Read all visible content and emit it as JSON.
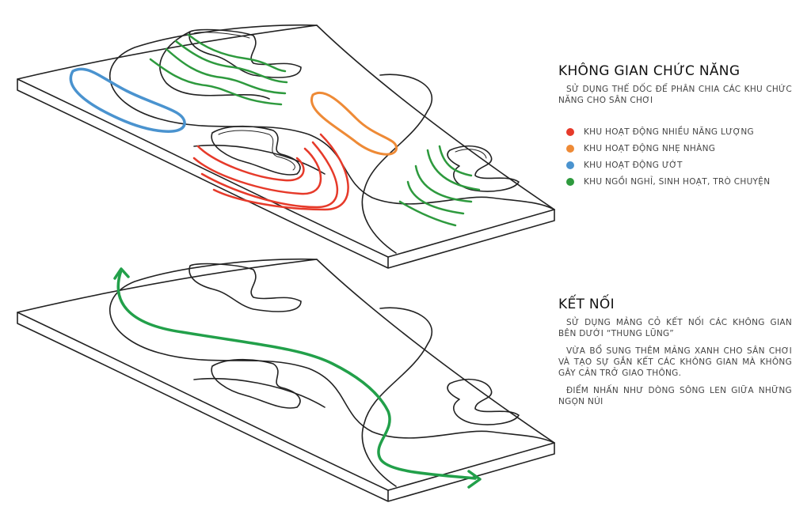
{
  "section1": {
    "title": "KHÔNG GIAN CHỨC NĂNG",
    "description": "SỬ DỤNG THẾ DỐC ĐỂ PHÂN CHIA CÁC KHU CHỨC NĂNG CHO SÂN CHƠI",
    "legend": [
      {
        "label": "KHU HOẠT ĐỘNG NHIỀU NĂNG LƯỢNG",
        "color": "#e63a2a"
      },
      {
        "label": "KHU HOẠT ĐỘNG NHẸ NHÀNG",
        "color": "#ee8a36"
      },
      {
        "label": "KHU HOẠT ĐỘNG ƯỚT",
        "color": "#4a93cf"
      },
      {
        "label": "KHU NGỒI NGHỈ, SINH HOẠT, TRÒ CHUYỆN",
        "color": "#2e9a3e"
      }
    ]
  },
  "section2": {
    "title": "KẾT NỐI",
    "paragraphs": [
      "SỬ DỤNG MẢNG CỎ KẾT NỐI CÁC KHÔNG GIAN BÊN DƯỚI “THUNG LŨNG”",
      "VỪA BỔ SUNG THÊM MẢNG XANH CHO SÂN CHƠI VÀ TẠO SỰ GẮN KẾT CÁC KHÔNG GIAN MÀ KHÔNG GÂY CẢN TRỞ GIAO THÔNG.",
      "ĐIỂM NHẤN NHƯ DÒNG SÔNG LEN GIỮA NHỮNG NGỌN NÚI"
    ],
    "path_color": "#22a04a"
  }
}
